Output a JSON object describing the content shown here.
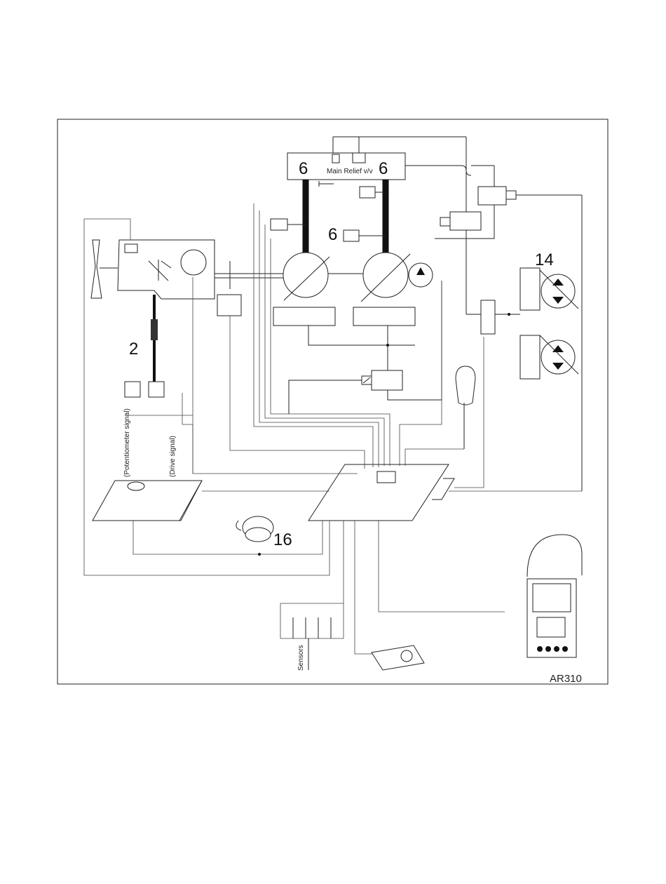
{
  "labels": {
    "num_left_pump": "6",
    "num_right_pump": "6",
    "num_charge_valve": "6",
    "num_motors": "14",
    "num_engine_link": "2",
    "num_dial": "16",
    "relief_valve": "Main Relief v/v",
    "potentiometer_signal": "(Potentiometer signal)",
    "drive_signal": "(Drive signal)",
    "sensors": "Sensors",
    "figure_code": "AR310"
  }
}
